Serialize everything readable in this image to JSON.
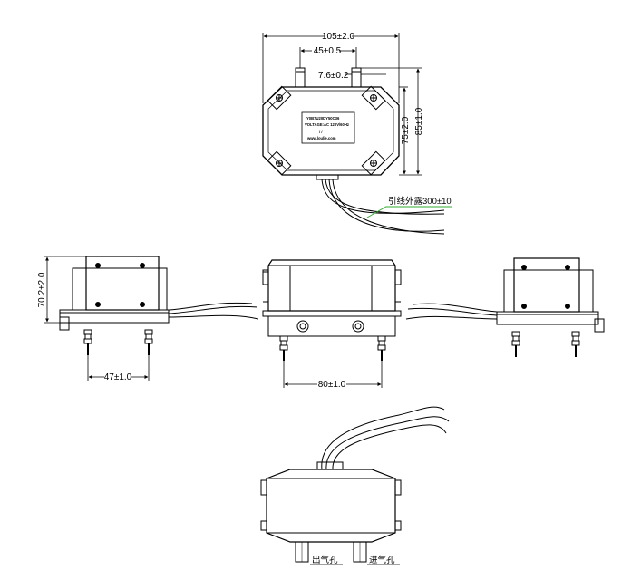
{
  "dimensions": {
    "top_width": "105±2.0",
    "top_spacing": "45±0.5",
    "nozzle_dia": "7.6±0.2",
    "inner_height": "75±2.0",
    "outer_height": "85±1.0",
    "wire_length": "引线外露300±10",
    "side_height": "70.2±2.0",
    "side_foot_spacing": "47±1.0",
    "front_foot_spacing": "80±1.0"
  },
  "label_plate": {
    "line1": "Y0B7U20DY50C36",
    "line2": "VOLTAGE:AC 120V/60Hz",
    "line3": "/     /",
    "line4": "www.loulie.com"
  },
  "ports": {
    "outlet": "出气孔",
    "inlet": "进气孔"
  },
  "colors": {
    "line": "#000000",
    "leader": "#2fae2f",
    "background": "#ffffff"
  }
}
